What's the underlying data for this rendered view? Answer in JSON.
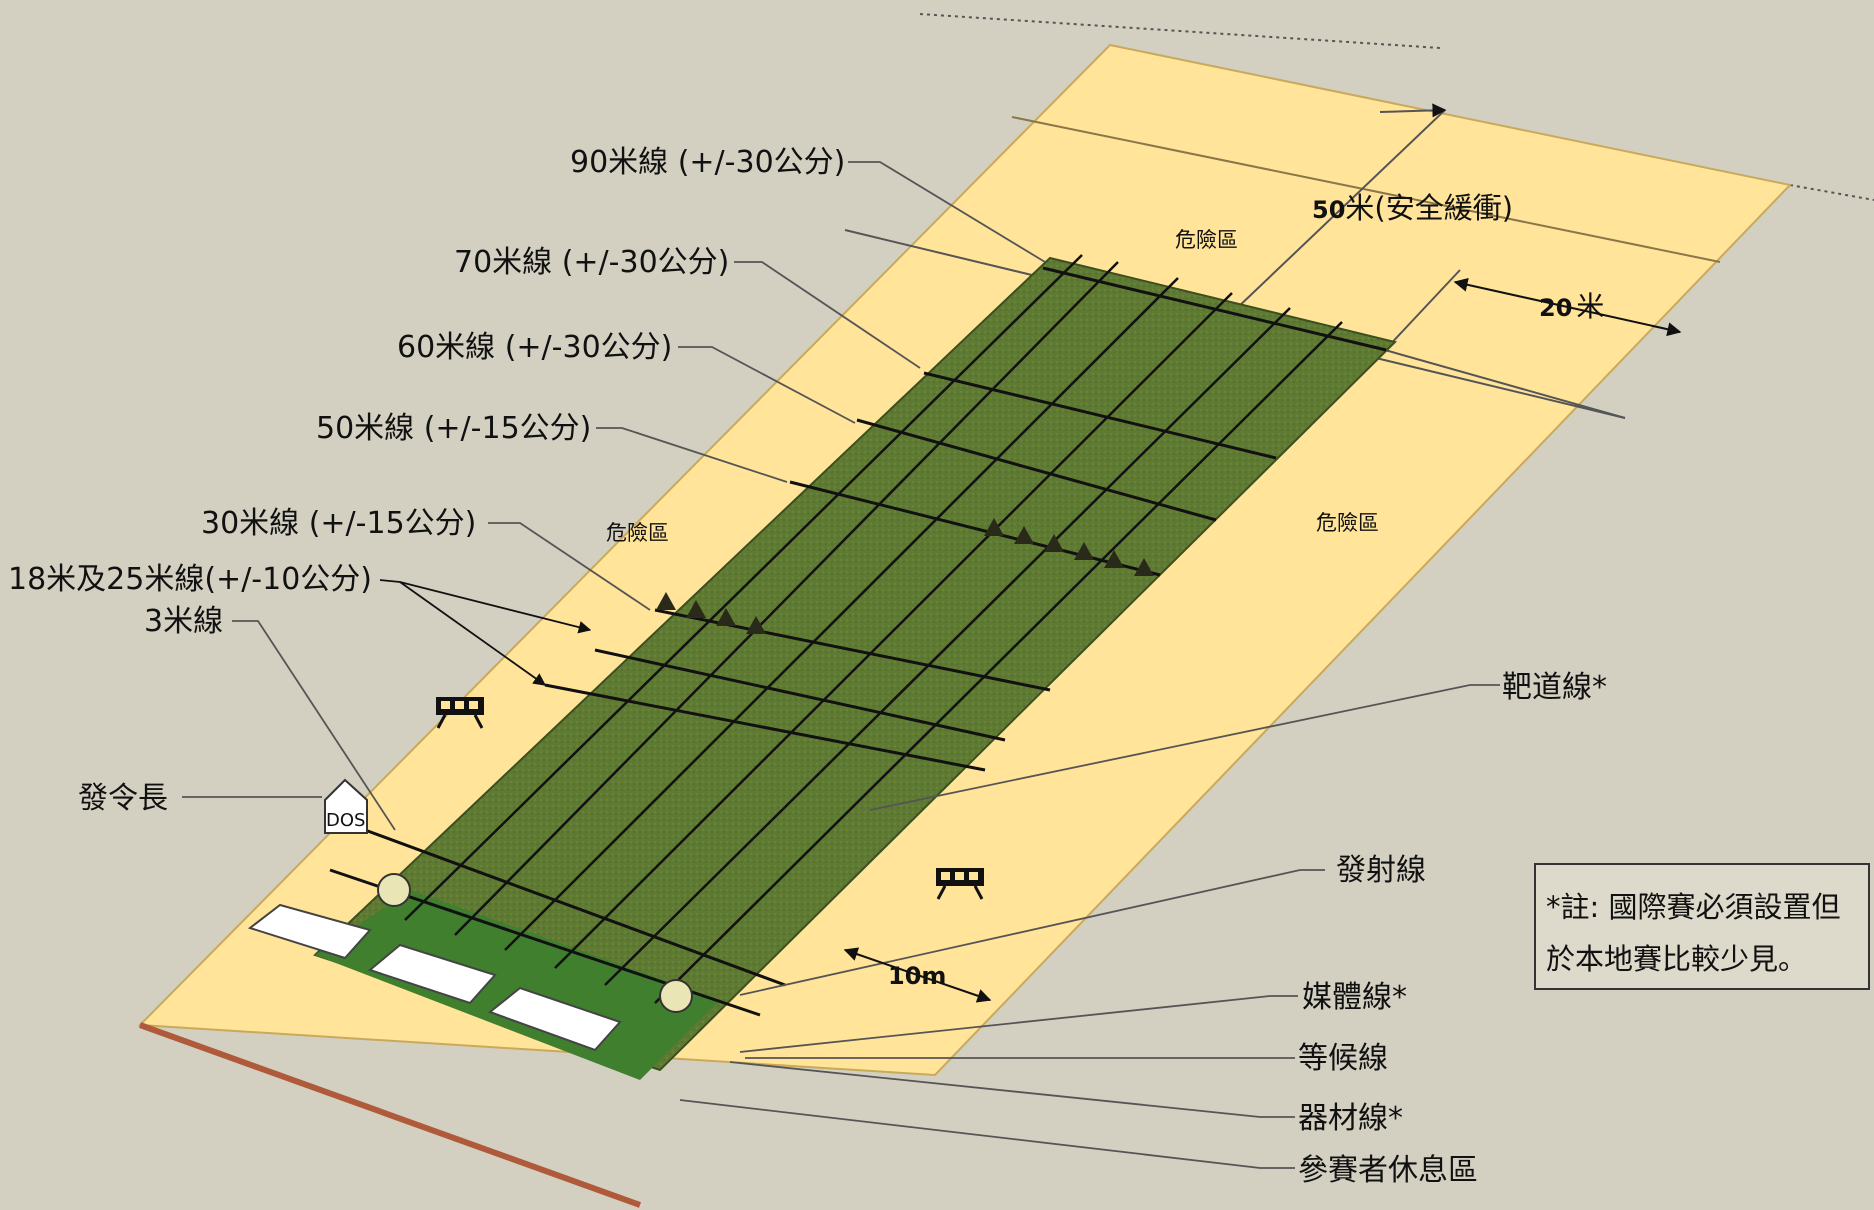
{
  "lines": {
    "l90": "90米線 (+/-30公分)",
    "l70": "70米線 (+/-30公分)",
    "l60": "60米線 (+/-30公分)",
    "l50": "50米線 (+/-15公分)",
    "l30": "30米線 (+/-15公分)",
    "l18_25": "18米及25米線(+/-10公分)",
    "l3": "3米線"
  },
  "zones": {
    "danger_top": "危險區",
    "danger_left": "危險區",
    "danger_right": "危險區",
    "buffer_50_num": "50",
    "buffer_50_text": "米(安全緩衝)",
    "side_20_num": "20",
    "side_20_unit": "米",
    "lane_10": "10m",
    "dos_sign": "DOS"
  },
  "right_labels": {
    "target_lane": "靶道線*",
    "shooting_line": "發射線",
    "media_line": "媒體線*",
    "waiting_line": "等候線",
    "equipment_line": "器材線*",
    "rest_area": "參賽者休息區"
  },
  "left_labels": {
    "director": "發令長"
  },
  "note": {
    "line1": "*註: 國際賽必須設置但",
    "line2": "於本地賽比較少見。"
  },
  "colors": {
    "background": "#d3d0c2",
    "buffer_zone": "#ffe49a",
    "field": "#5f7a33",
    "lawn": "#3f7f2e",
    "lines": "#111111"
  }
}
